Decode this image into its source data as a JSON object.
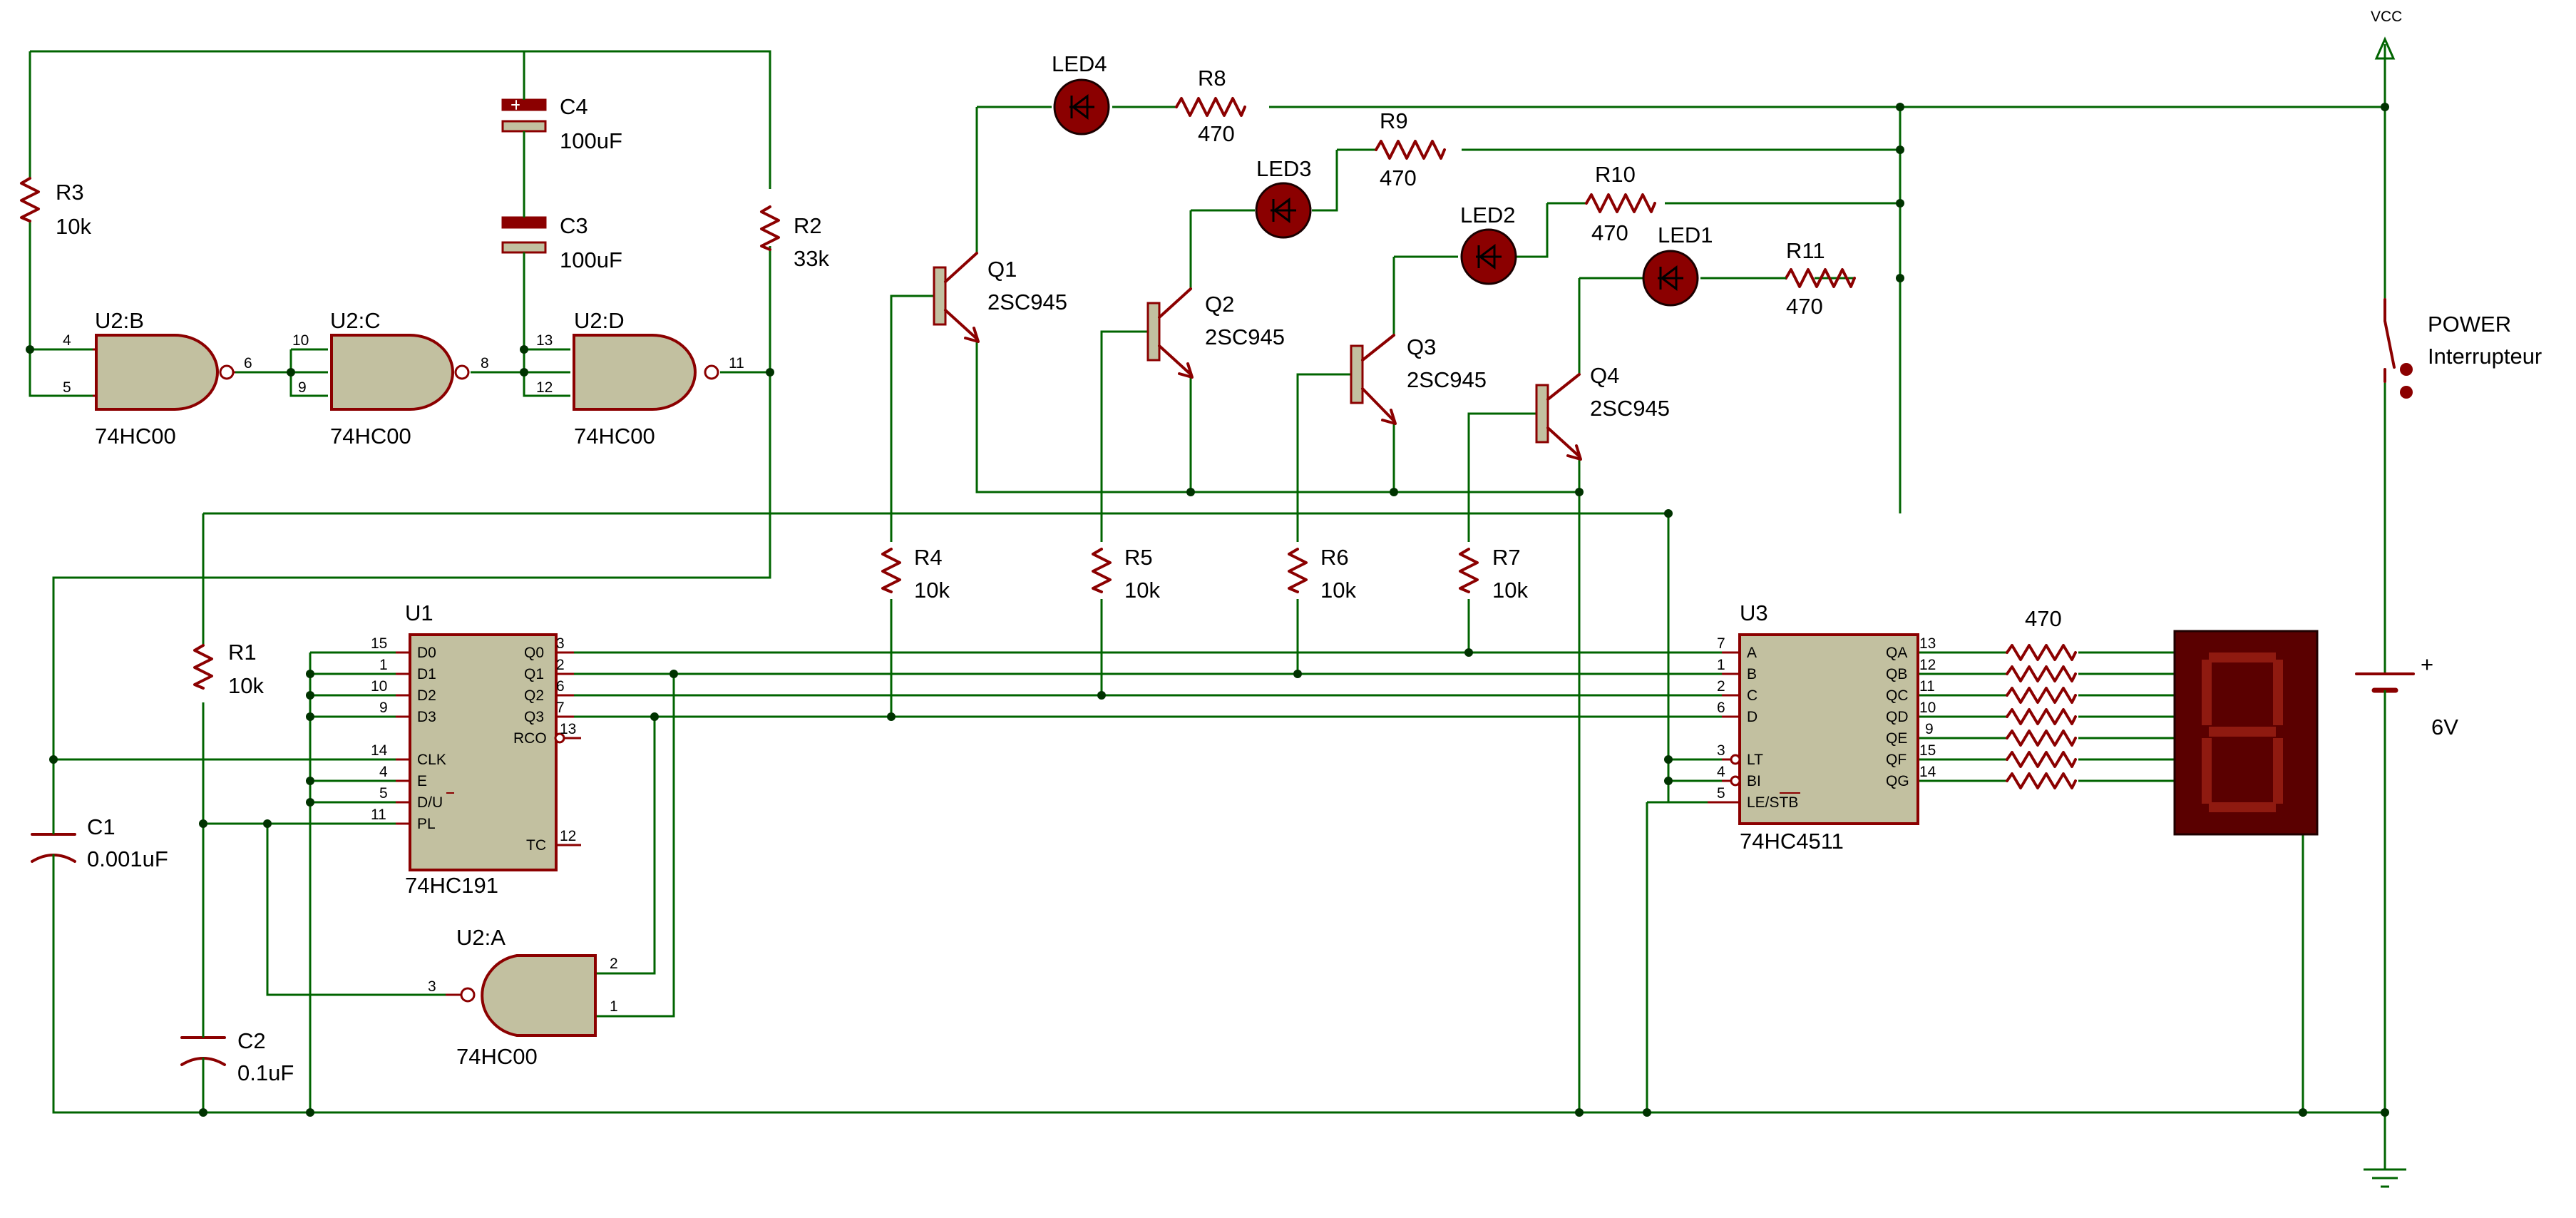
{
  "power": {
    "vcc_label": "VCC",
    "battery_value": "6V",
    "switch_ref": "POWER",
    "switch_value": "Interrupteur"
  },
  "resistors": [
    {
      "ref": "R3",
      "value": "10k"
    },
    {
      "ref": "R2",
      "value": "33k"
    },
    {
      "ref": "R1",
      "value": "10k"
    },
    {
      "ref": "R4",
      "value": "10k"
    },
    {
      "ref": "R5",
      "value": "10k"
    },
    {
      "ref": "R6",
      "value": "10k"
    },
    {
      "ref": "R7",
      "value": "10k"
    },
    {
      "ref": "R8",
      "value": "470"
    },
    {
      "ref": "R9",
      "value": "470"
    },
    {
      "ref": "R10",
      "value": "470"
    },
    {
      "ref": "R11",
      "value": "470"
    }
  ],
  "capacitors": [
    {
      "ref": "C4",
      "value": "100uF"
    },
    {
      "ref": "C3",
      "value": "100uF"
    },
    {
      "ref": "C1",
      "value": "0.001uF"
    },
    {
      "ref": "C2",
      "value": "0.1uF"
    }
  ],
  "leds": [
    "LED4",
    "LED3",
    "LED2",
    "LED1"
  ],
  "transistors": [
    {
      "ref": "Q1",
      "value": "2SC945"
    },
    {
      "ref": "Q2",
      "value": "2SC945"
    },
    {
      "ref": "Q3",
      "value": "2SC945"
    },
    {
      "ref": "Q4",
      "value": "2SC945"
    }
  ],
  "gates": [
    {
      "ref": "U2:B",
      "value": "74HC00",
      "pin_a": "4",
      "pin_b": "5",
      "pin_out": "6"
    },
    {
      "ref": "U2:C",
      "value": "74HC00",
      "pin_a": "10",
      "pin_b": "9",
      "pin_out": "8"
    },
    {
      "ref": "U2:D",
      "value": "74HC00",
      "pin_a": "13",
      "pin_b": "12",
      "pin_out": "11"
    },
    {
      "ref": "U2:A",
      "value": "74HC00",
      "pin_a": "3",
      "pin_b": "2",
      "pin_c": "1"
    }
  ],
  "counter": {
    "ref": "U1",
    "value": "74HC191",
    "left_pins": [
      {
        "num": "15",
        "name": "D0"
      },
      {
        "num": "1",
        "name": "D1"
      },
      {
        "num": "10",
        "name": "D2"
      },
      {
        "num": "9",
        "name": "D3"
      },
      {
        "num": "14",
        "name": "CLK"
      },
      {
        "num": "4",
        "name": "E"
      },
      {
        "num": "5",
        "name": "D/U"
      },
      {
        "num": "11",
        "name": "PL"
      }
    ],
    "right_pins": [
      {
        "num": "3",
        "name": "Q0"
      },
      {
        "num": "2",
        "name": "Q1"
      },
      {
        "num": "6",
        "name": "Q2"
      },
      {
        "num": "7",
        "name": "Q3"
      },
      {
        "num": "13",
        "name": "RCO"
      },
      {
        "num": "12",
        "name": "TC"
      }
    ]
  },
  "decoder": {
    "ref": "U3",
    "value": "74HC4511",
    "left_pins": [
      {
        "num": "7",
        "name": "A"
      },
      {
        "num": "1",
        "name": "B"
      },
      {
        "num": "2",
        "name": "C"
      },
      {
        "num": "6",
        "name": "D"
      },
      {
        "num": "3",
        "name": "LT"
      },
      {
        "num": "4",
        "name": "BI"
      },
      {
        "num": "5",
        "name": "LE/STB"
      }
    ],
    "right_pins": [
      {
        "num": "13",
        "name": "QA"
      },
      {
        "num": "12",
        "name": "QB"
      },
      {
        "num": "11",
        "name": "QC"
      },
      {
        "num": "10",
        "name": "QD"
      },
      {
        "num": "9",
        "name": "QE"
      },
      {
        "num": "15",
        "name": "QF"
      },
      {
        "num": "14",
        "name": "QG"
      }
    ]
  },
  "resistor_array_value": "470",
  "colors": {
    "wire": "#006400",
    "component": "#8B0000",
    "chip_fill": "#c2c0a0",
    "display": "#5a0000"
  }
}
